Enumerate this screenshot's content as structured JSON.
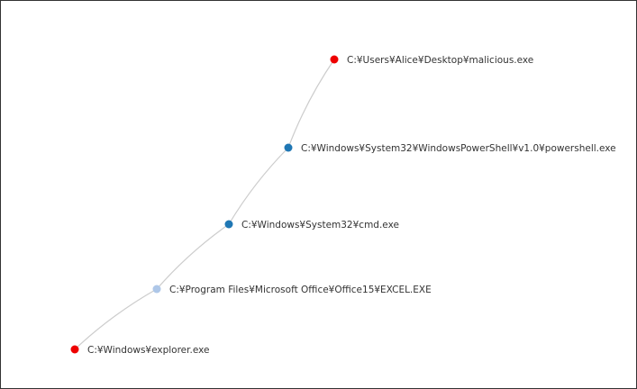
{
  "graph": {
    "edge_color": "#cccccc",
    "nodes": [
      {
        "id": "malicious",
        "label": "C:¥Users¥Alice¥Desktop¥malicious.exe",
        "color": "#ee0000"
      },
      {
        "id": "powershell",
        "label": "C:¥Windows¥System32¥WindowsPowerShell¥v1.0¥powershell.exe",
        "color": "#1f77b4"
      },
      {
        "id": "cmd",
        "label": "C:¥Windows¥System32¥cmd.exe",
        "color": "#1f77b4"
      },
      {
        "id": "excel",
        "label": "C:¥Program Files¥Microsoft Office¥Office15¥EXCEL.EXE",
        "color": "#aec7e8"
      },
      {
        "id": "explorer",
        "label": "C:¥Windows¥explorer.exe",
        "color": "#ee0000"
      }
    ],
    "edges": [
      {
        "source": "explorer",
        "target": "excel"
      },
      {
        "source": "excel",
        "target": "cmd"
      },
      {
        "source": "cmd",
        "target": "powershell"
      },
      {
        "source": "powershell",
        "target": "malicious"
      }
    ]
  }
}
